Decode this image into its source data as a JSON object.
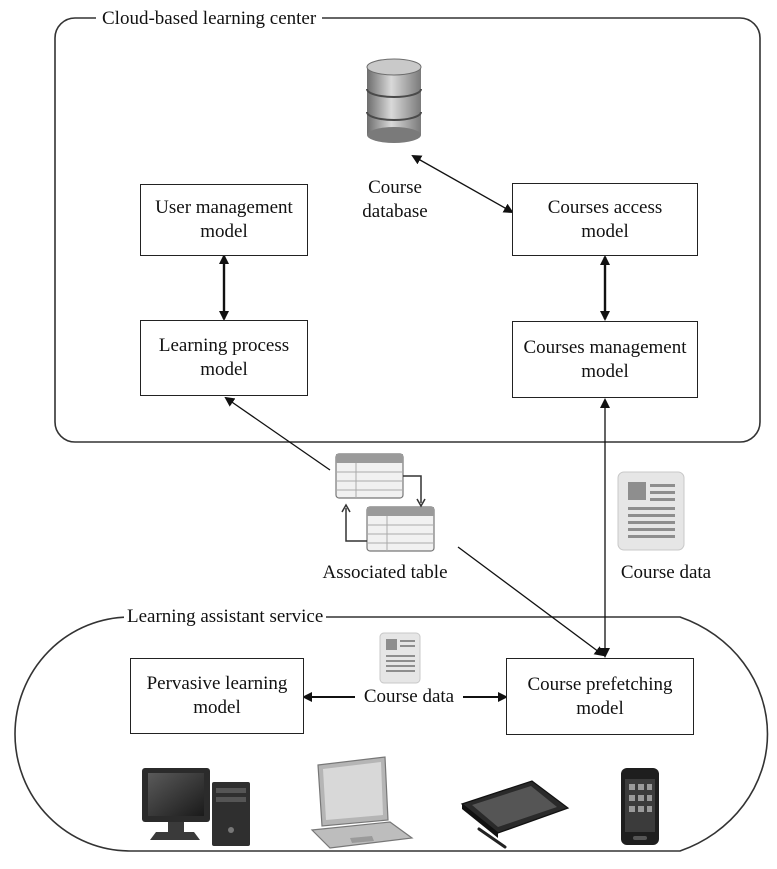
{
  "groups": {
    "cloud_title": "Cloud-based learning center",
    "service_title": "Learning assistant service"
  },
  "nodes": {
    "course_database": "Course\ndatabase",
    "user_management": "User management\nmodel",
    "learning_process": "Learning process\nmodel",
    "courses_access": "Courses access\nmodel",
    "courses_management": "Courses management\nmodel",
    "pervasive_learning": "Pervasive learning\nmodel",
    "course_prefetching": "Course prefetching\nmodel"
  },
  "edge_labels": {
    "associated_table": "Associated table",
    "course_data_vertical": "Course data",
    "course_data_horizontal": "Course data"
  },
  "icons": [
    "database-icon",
    "associated-table-icon",
    "document-icon",
    "desktop-computer-icon",
    "laptop-icon",
    "tablet-icon",
    "smartphone-icon"
  ]
}
